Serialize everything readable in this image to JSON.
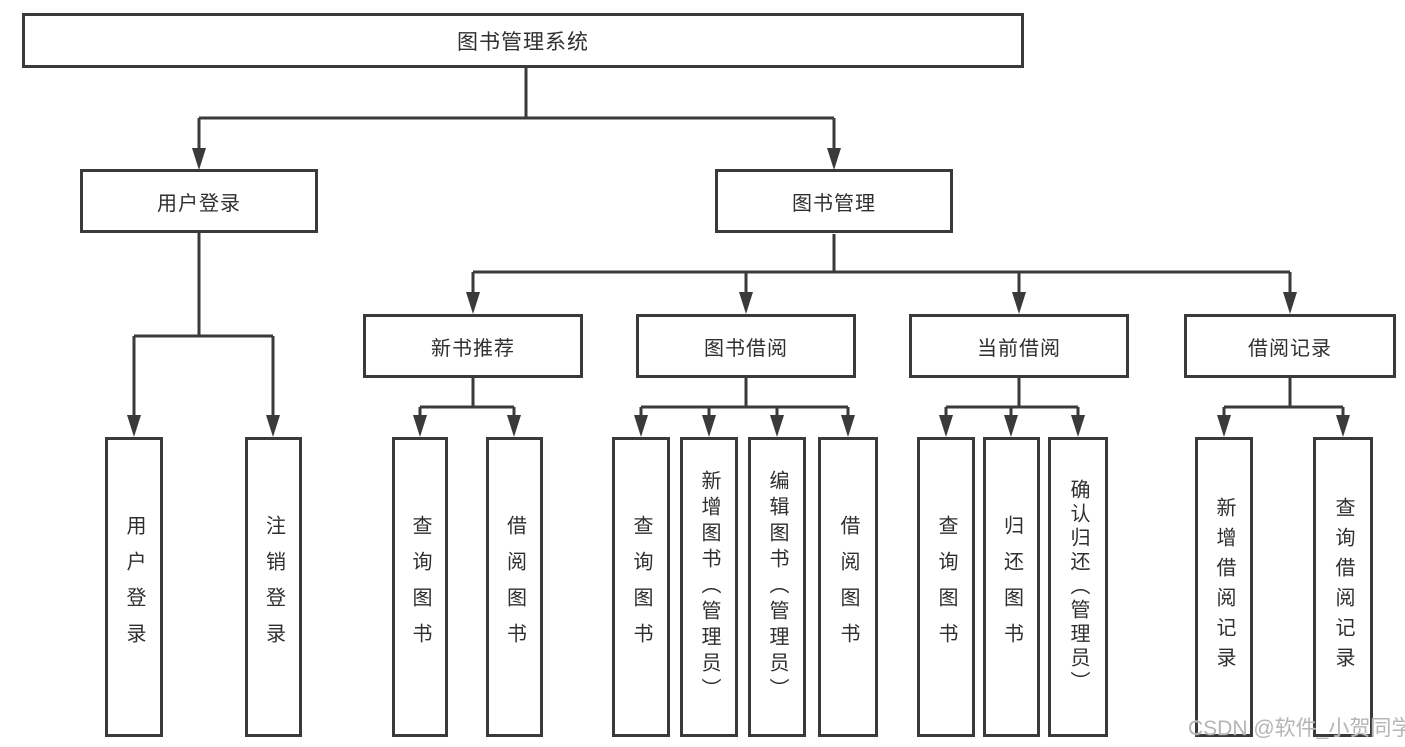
{
  "tree": {
    "root_label": "图书管理系统",
    "branches": [
      {
        "label": "用户登录",
        "leaves": [
          "用户登录",
          "注销登录"
        ]
      },
      {
        "label": "图书管理",
        "groups": [
          {
            "label": "新书推荐",
            "leaves": [
              "查询图书",
              "借阅图书"
            ]
          },
          {
            "label": "图书借阅",
            "leaves": [
              "查询图书",
              "新增图书（管理员）",
              "编辑图书（管理员）",
              "借阅图书"
            ]
          },
          {
            "label": "当前借阅",
            "leaves": [
              "查询图书",
              "归还图书",
              "确认归还（管理员）"
            ]
          },
          {
            "label": "借阅记录",
            "leaves": [
              "新增借阅记录",
              "查询借阅记录"
            ]
          }
        ]
      }
    ]
  },
  "watermark": {
    "text": "CSDN @软件_小贺同学"
  },
  "colors": {
    "line": "#3a3a3a",
    "text": "#2f2f2f",
    "background": "#ffffff",
    "watermark": "#b5b5b5"
  }
}
